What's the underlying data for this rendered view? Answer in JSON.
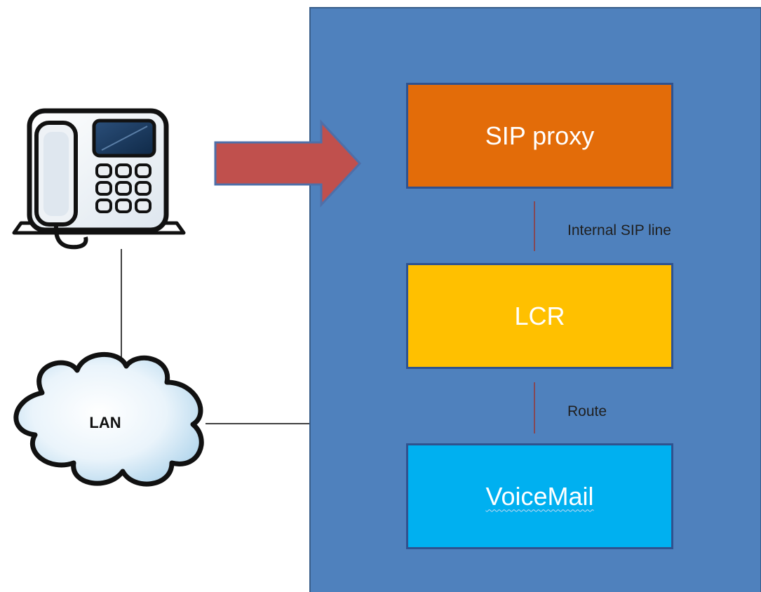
{
  "diagram": {
    "nodes": {
      "sip_proxy": "SIP proxy",
      "lcr": "LCR",
      "voicemail": "VoiceMail"
    },
    "edges": {
      "sip_to_lcr": "Internal SIP line",
      "lcr_to_voicemail": "Route"
    },
    "network": {
      "cloud_label": "LAN"
    },
    "colors": {
      "panel": "#4f81bd",
      "sip_proxy": "#e36c09",
      "lcr": "#ffc000",
      "voicemail": "#00b0f0",
      "arrow": "#c0504d",
      "connector": "#953735"
    },
    "icons": [
      "desk-phone-icon",
      "cloud-icon",
      "right-arrow-icon"
    ]
  }
}
